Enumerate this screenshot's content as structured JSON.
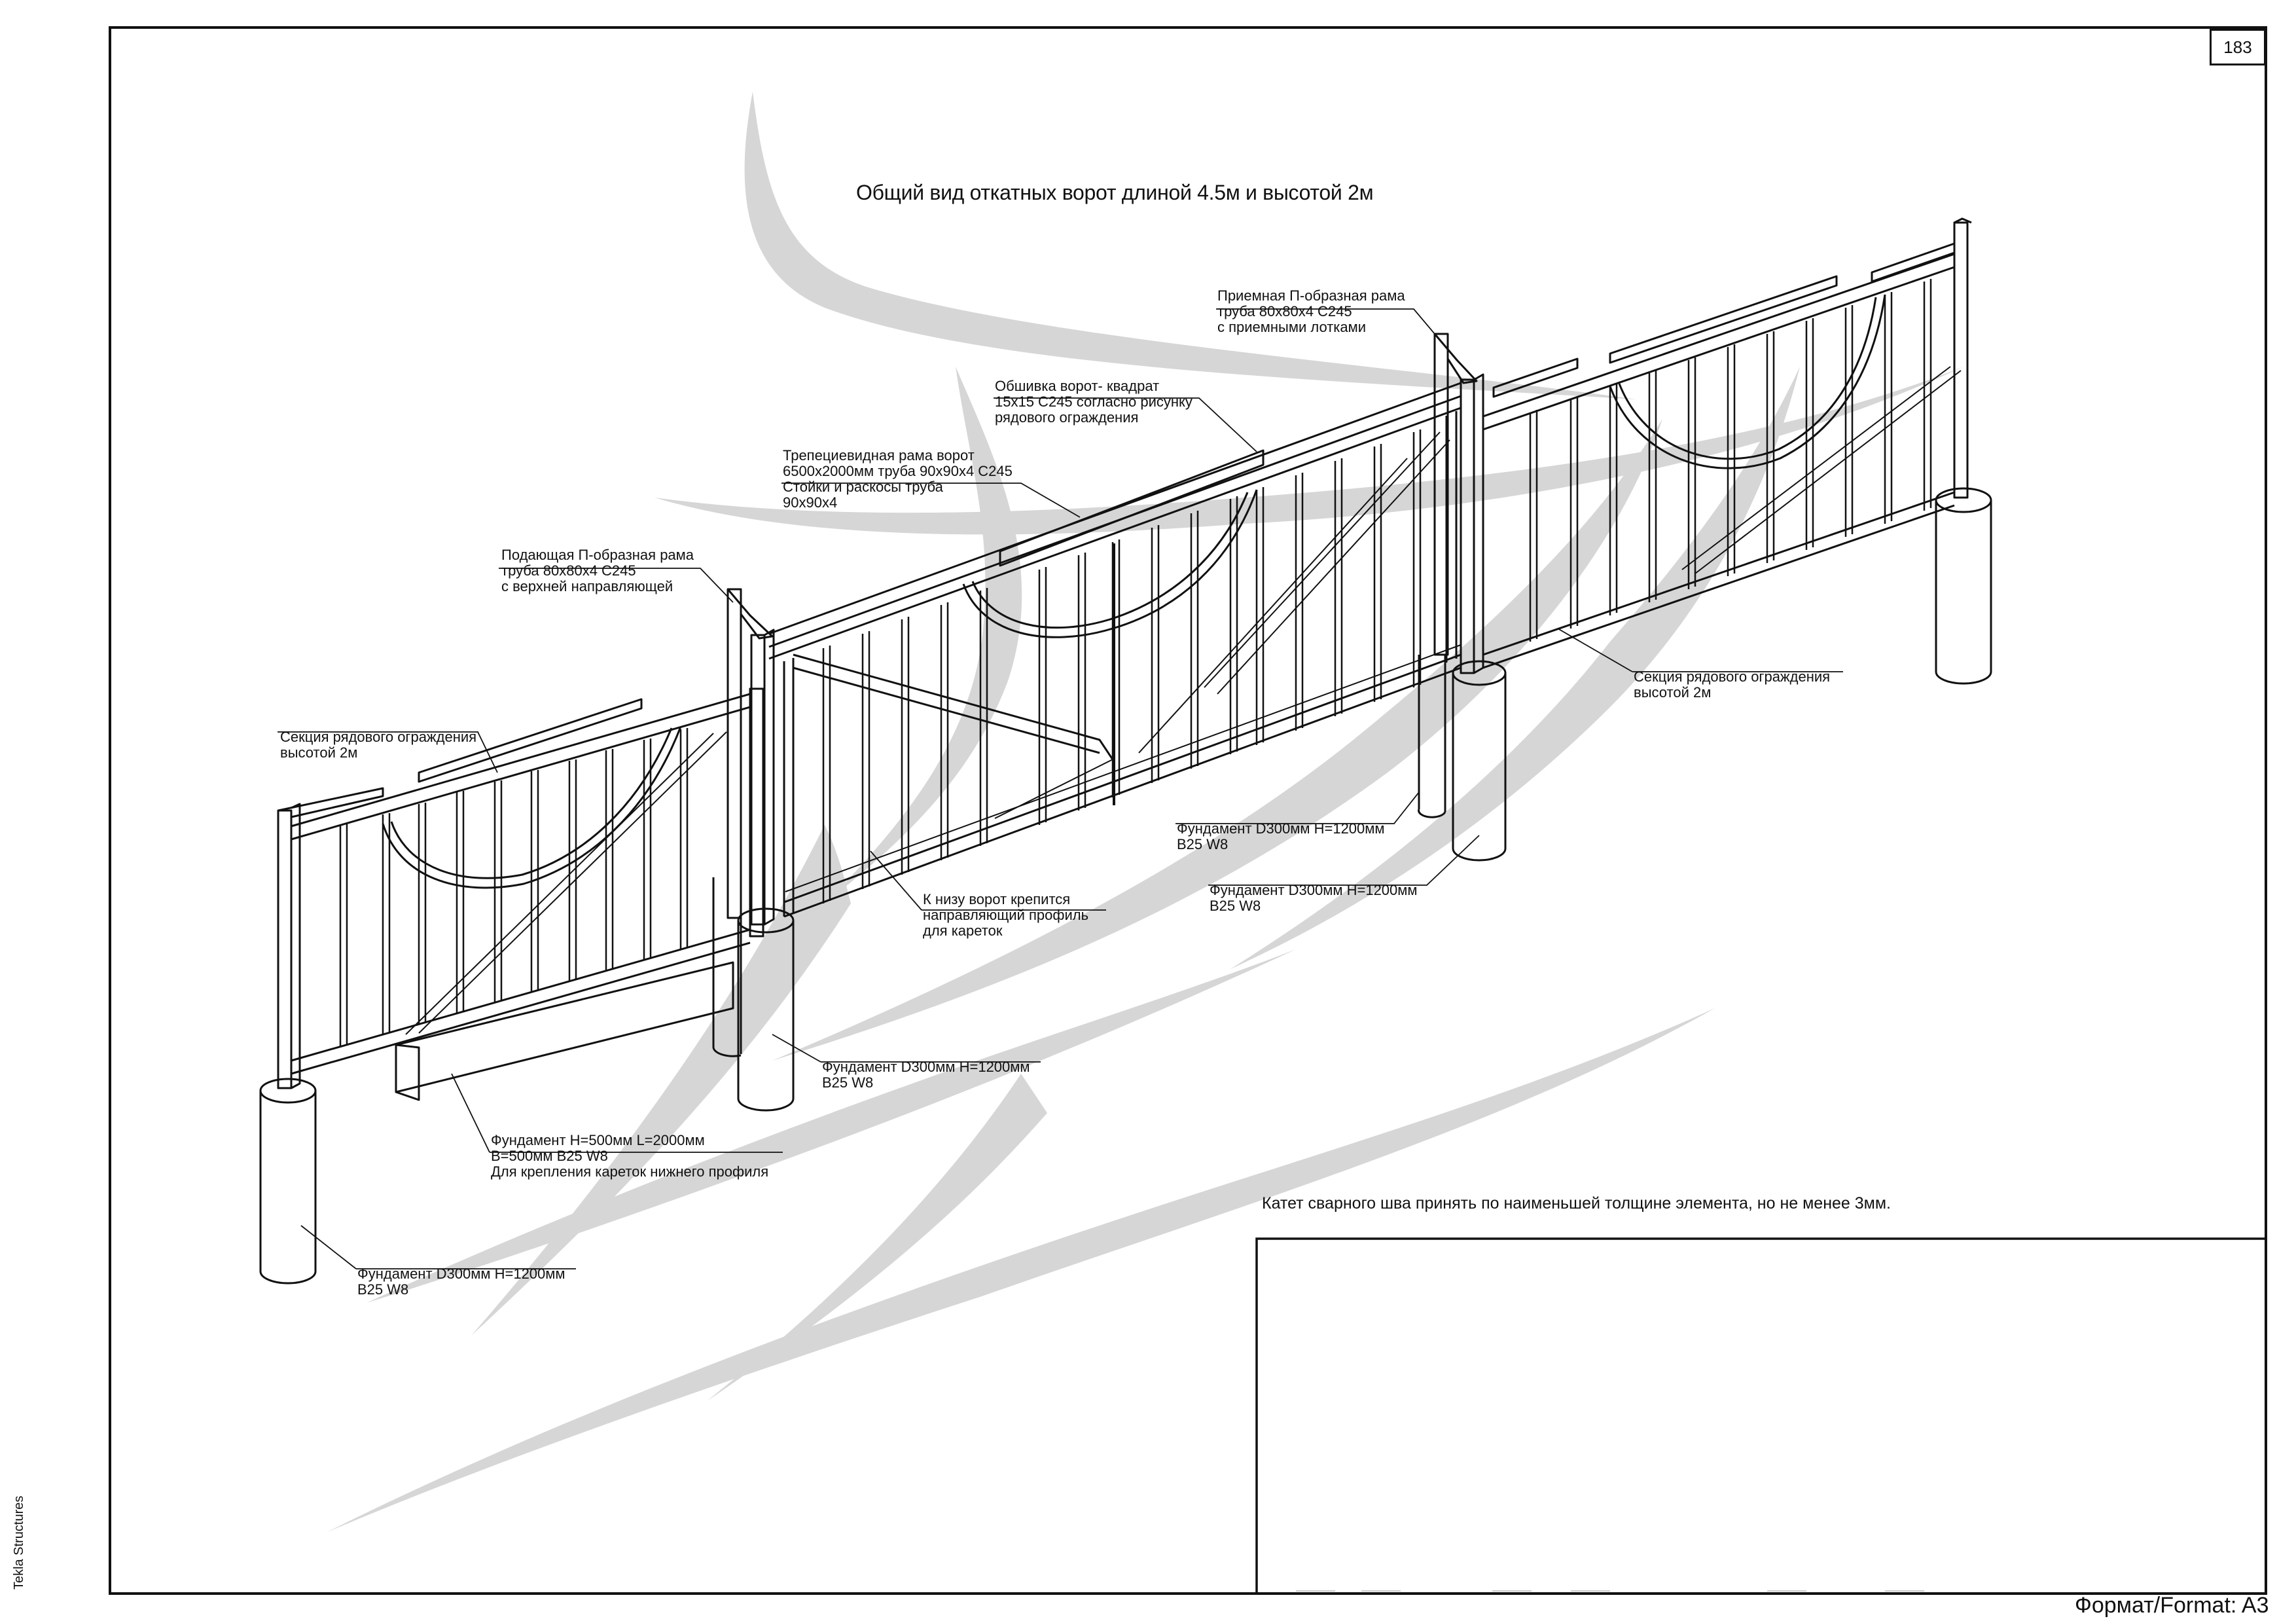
{
  "page_number": "183",
  "title": "Общий вид откатных ворот длиной 4.5м и высотой 2м",
  "callouts": {
    "receiving_frame": [
      "Приемная П-образная рама",
      "труба 80х80х4 С245",
      "с приемными лотками"
    ],
    "gate_cladding": [
      "Обшивка ворот- квадрат",
      "15х15 С245 согласно рисунку",
      "рядового ограждения"
    ],
    "trapezoid_frame": [
      "Трепециевидная рама ворот",
      "6500х2000мм труба 90х90х4 С245",
      "Стойки и раскосы труба",
      "90х90х4"
    ],
    "feeding_frame": [
      "Подающая П-образная рама",
      "труба 80х80х4 С245",
      "с верхней направляющей"
    ],
    "fence_section_left": [
      "Секция рядового ограждения",
      "высотой 2м"
    ],
    "fence_section_right": [
      "Секция рядового ограждения",
      "высотой 2м"
    ],
    "foundation_1": [
      "Фундамент D300мм H=1200мм",
      "B25 W8"
    ],
    "foundation_2": [
      "Фундамент D300мм H=1200мм",
      "B25 W8"
    ],
    "foundation_3": [
      "Фундамент D300мм H=1200мм",
      "B25 W8"
    ],
    "foundation_4": [
      "Фундамент D300мм H=1200мм",
      "B25 W8"
    ],
    "guide_profile": [
      "К низу ворот крепится",
      "направляющий профиль",
      "для кареток"
    ],
    "strip_foundation": [
      "Фундамент H=500мм L=2000мм",
      "B=500мм B25 W8",
      "Для крепления кареток нижнего профиля"
    ]
  },
  "weld_note": "Катет сварного шва принять по наименьшей толщине элемента, но не менее 3мм.",
  "format_label": "Формат/Format: A3",
  "software_label": "Tekla Structures",
  "colors": {
    "line": "#111111",
    "watermark": "#d4d4d4",
    "paper": "#ffffff"
  }
}
